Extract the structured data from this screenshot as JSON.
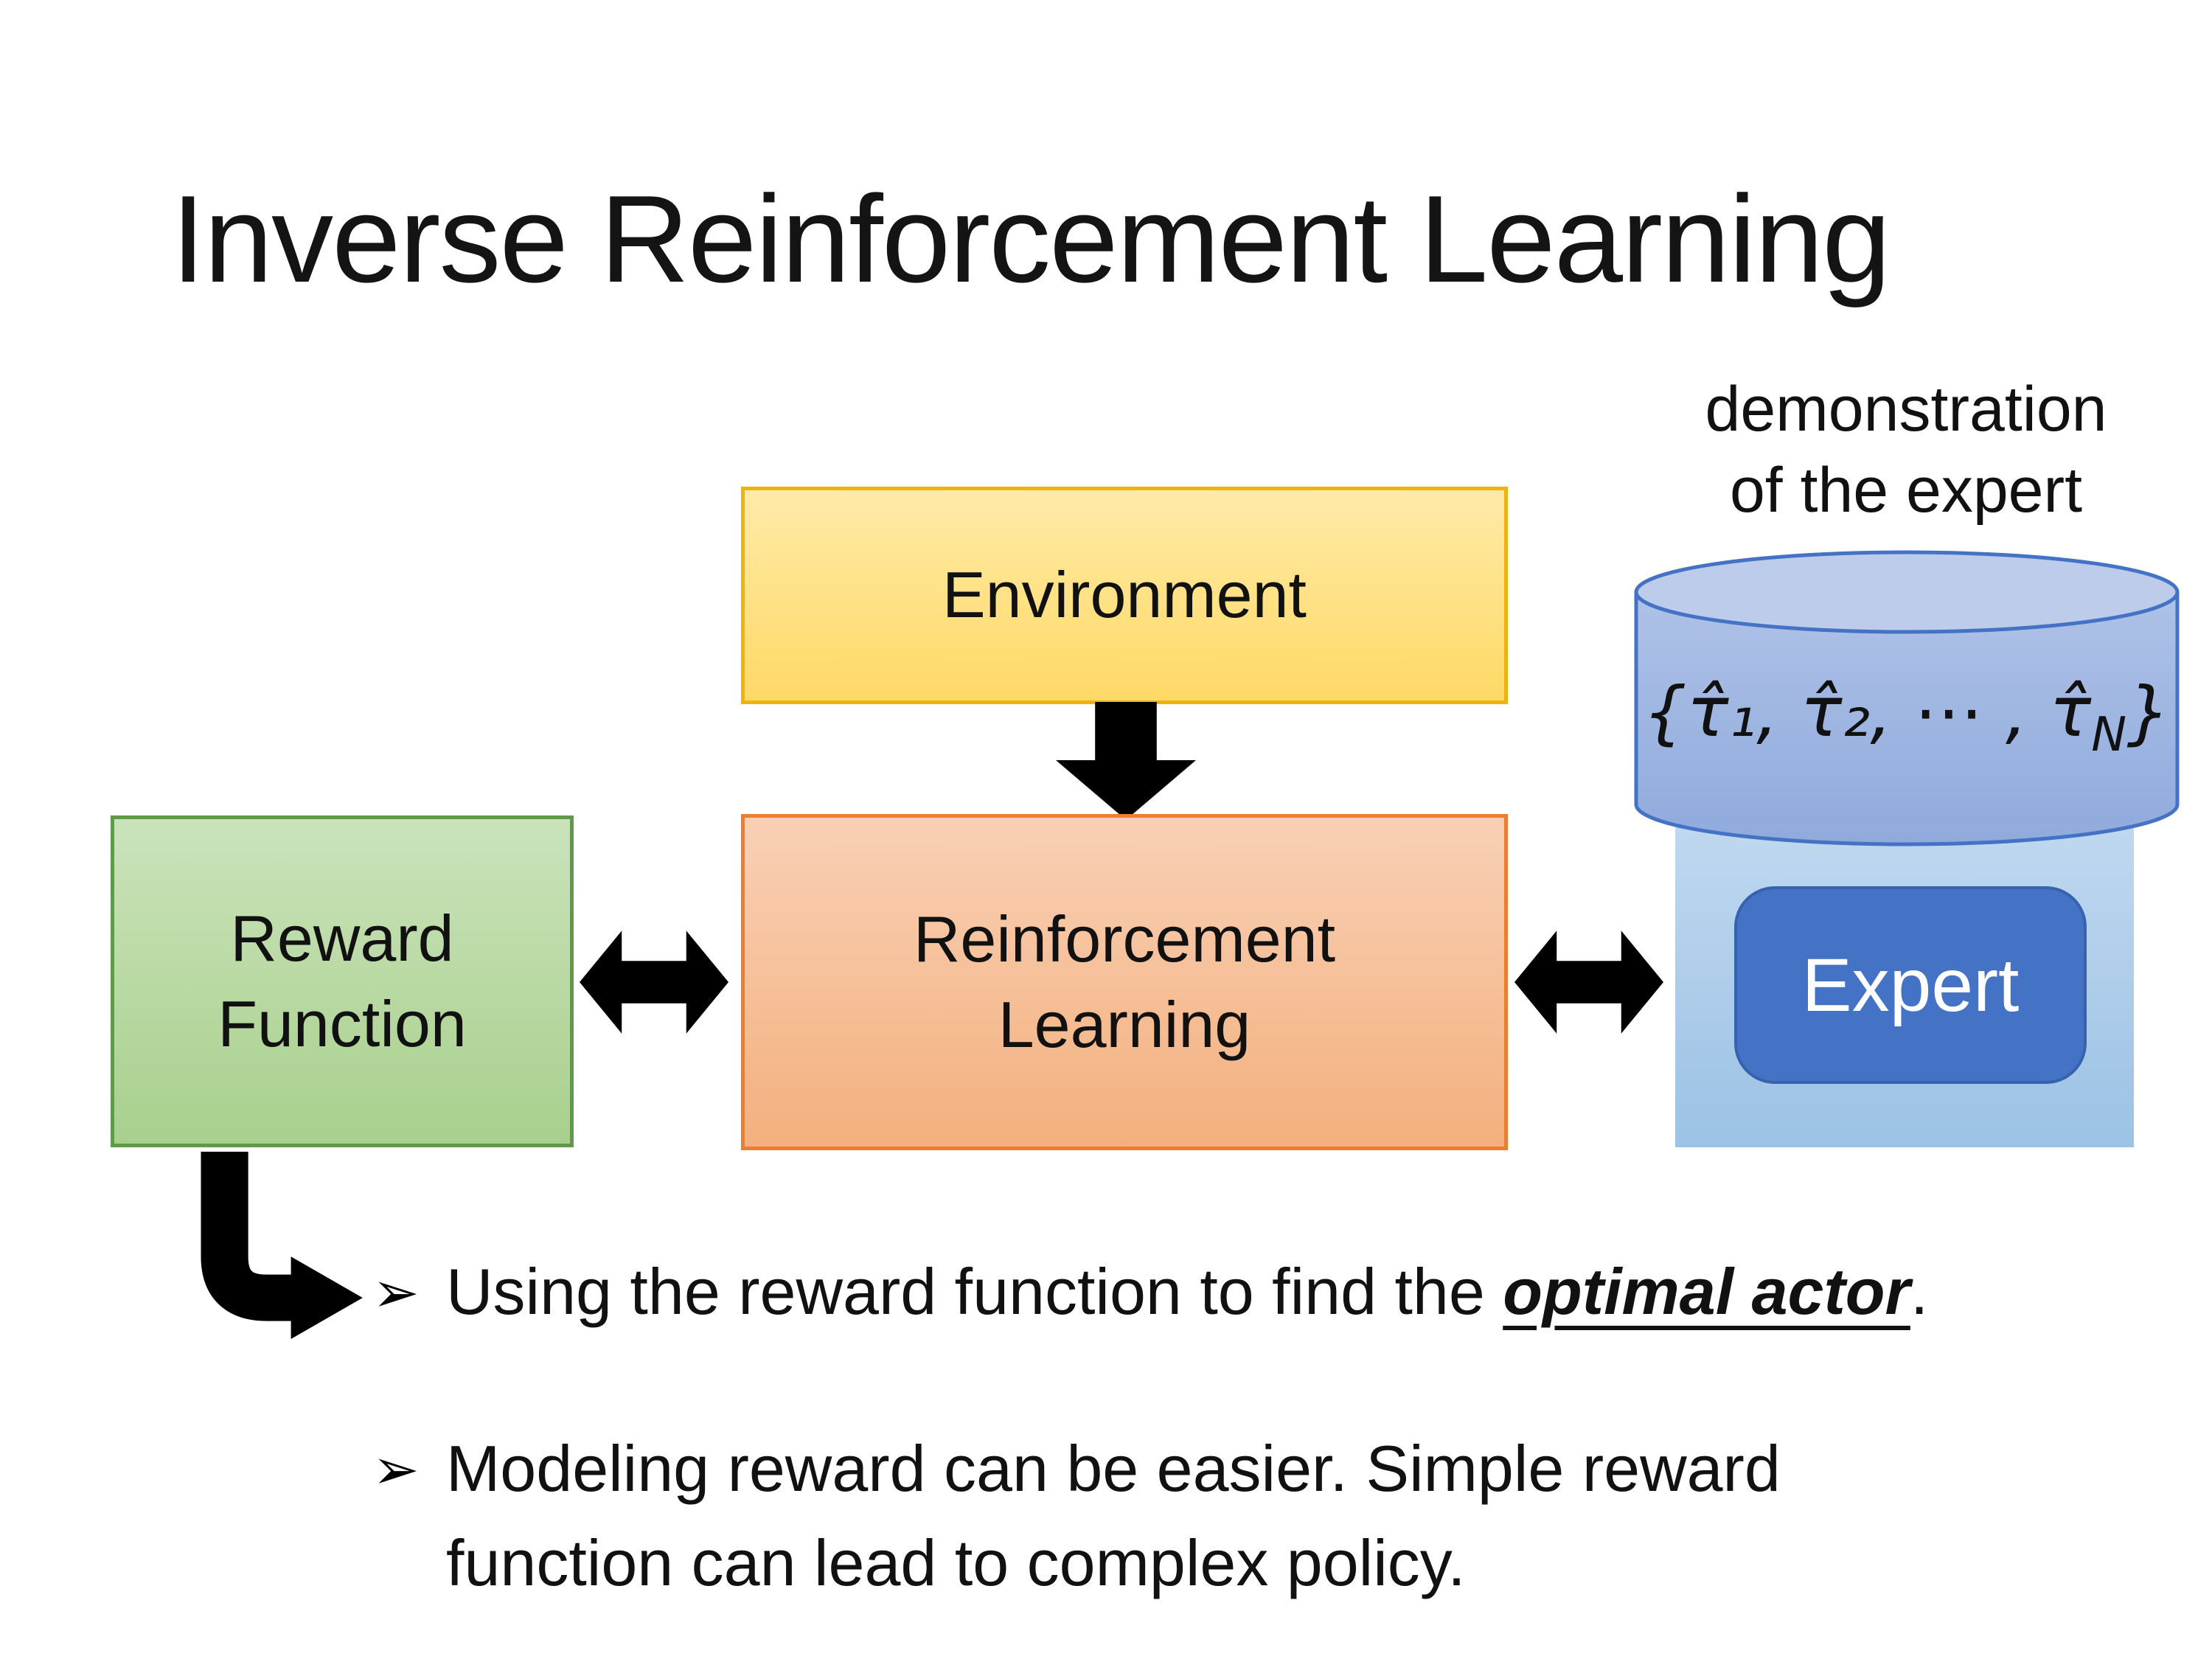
{
  "title": "Inverse Reinforcement Learning",
  "demo_label": {
    "line1": "demonstration",
    "line2": "of the expert"
  },
  "boxes": {
    "environment": "Environment",
    "reward": {
      "line1": "Reward",
      "line2": "Function"
    },
    "rl": {
      "line1": "Reinforcement",
      "line2": "Learning"
    },
    "expert": "Expert"
  },
  "math": {
    "prefix": "{τ̂₁, τ̂₂, ⋯ , τ̂",
    "sub": "N",
    "suffix": "}"
  },
  "bullets": {
    "marker": "➢",
    "item1": {
      "pre": "Using the reward function to find the ",
      "emphasis": "optimal actor",
      "post": "."
    },
    "item2": {
      "line1": "Modeling reward can be easier. Simple reward",
      "line2": "function can lead to complex policy."
    }
  },
  "colors": {
    "environment_fill": "#FFD966",
    "environment_border": "#EFB310",
    "reward_fill": "#A8D08D",
    "reward_border": "#5F9949",
    "rl_fill": "#F3B07E",
    "rl_border": "#ED7D31",
    "expert_outer_fill": "#9CC2E5",
    "expert_inner_fill": "#4472C4",
    "cylinder_fill": "#9FB6E2",
    "cylinder_border": "#4472C4",
    "arrow_color": "#000000",
    "text_color": "#111111"
  }
}
